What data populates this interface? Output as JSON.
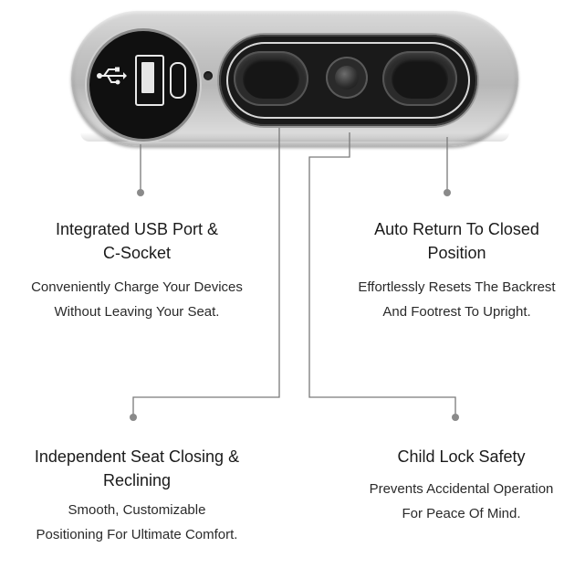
{
  "product": {
    "usb_symbol": "usb-icon"
  },
  "features": [
    {
      "title_lines": [
        "Integrated USB Port &",
        "C-Socket"
      ],
      "desc_lines": [
        "Conveniently Charge Your Devices",
        "Without Leaving Your Seat."
      ]
    },
    {
      "title_lines": [
        "Auto Return To Closed",
        "Position"
      ],
      "desc_lines": [
        "Effortlessly Resets The Backrest",
        "And Footrest To Upright."
      ]
    },
    {
      "title_lines": [
        "Independent Seat Closing &",
        "Reclining"
      ],
      "desc_lines": [
        "Smooth, Customizable",
        "Positioning For Ultimate Comfort."
      ]
    },
    {
      "title_lines": [
        "Child Lock Safety"
      ],
      "desc_lines": [
        "Prevents Accidental Operation",
        "For Peace Of Mind."
      ]
    }
  ],
  "colors": {
    "text": "#1e1e1e",
    "leader_line": "#7a7a7a",
    "panel": "#1a1a1a"
  }
}
